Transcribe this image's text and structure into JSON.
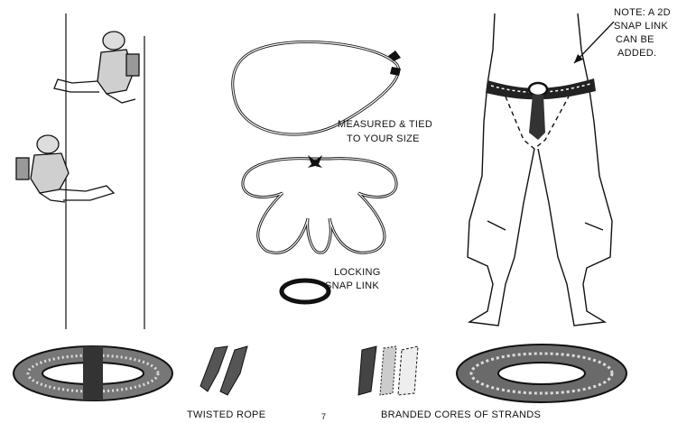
{
  "note": {
    "line1": "NOTE: A 2D",
    "line2": "SNAP LINK",
    "line3": "CAN BE",
    "line4": "ADDED."
  },
  "labels": {
    "measured_line1": "MEASURED & TIED",
    "measured_line2": "TO YOUR SIZE",
    "locking_line1": "LOCKING",
    "locking_line2": "SNAP LINK",
    "twisted_rope": "TWISTED ROPE",
    "page_number": "7",
    "braided_cores": "BRANDED CORES OF STRANDS"
  },
  "colors": {
    "ink": "#111111",
    "paper": "#ffffff"
  }
}
